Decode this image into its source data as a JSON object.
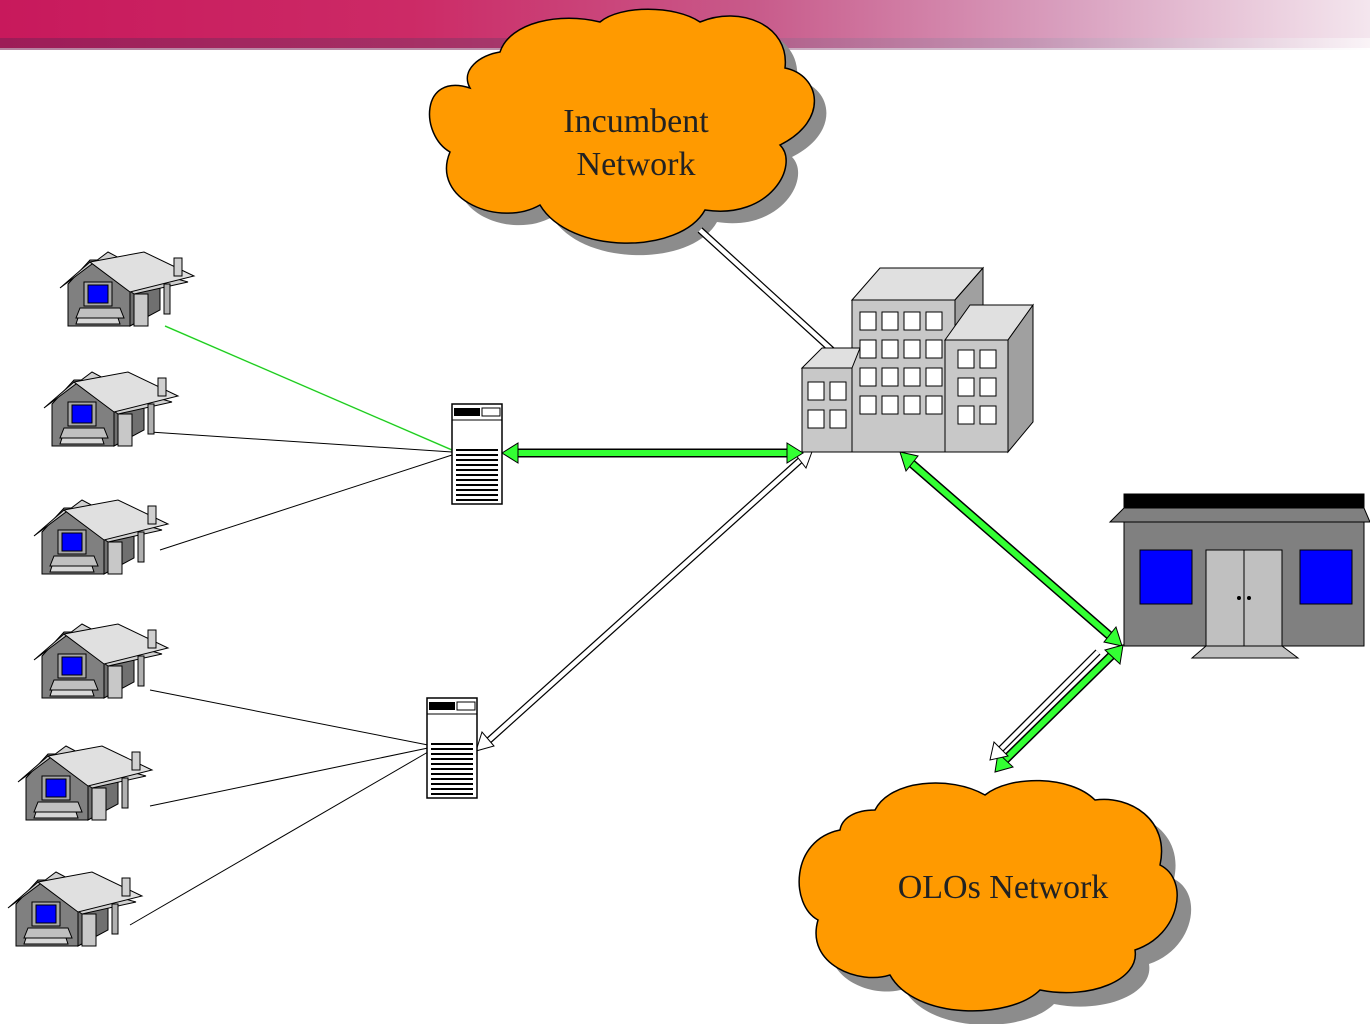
{
  "clouds": {
    "incumbent": {
      "line1": "Incumbent",
      "line2": "Network"
    },
    "olo": {
      "label": "OLOs Network"
    }
  },
  "colors": {
    "cloud_fill": "#ff9a00",
    "cloud_shadow": "#8c8c8c",
    "link_green": "#33ff33",
    "screen_blue": "#0000ff",
    "building_gray": "#c0c0c0",
    "house_gray": "#808080",
    "banner_start": "#c8195c",
    "banner_end": "#f4e6ee"
  },
  "icons": [
    "house-icon",
    "server-icon",
    "office-building-icon",
    "exchange-building-icon",
    "cloud-icon"
  ]
}
